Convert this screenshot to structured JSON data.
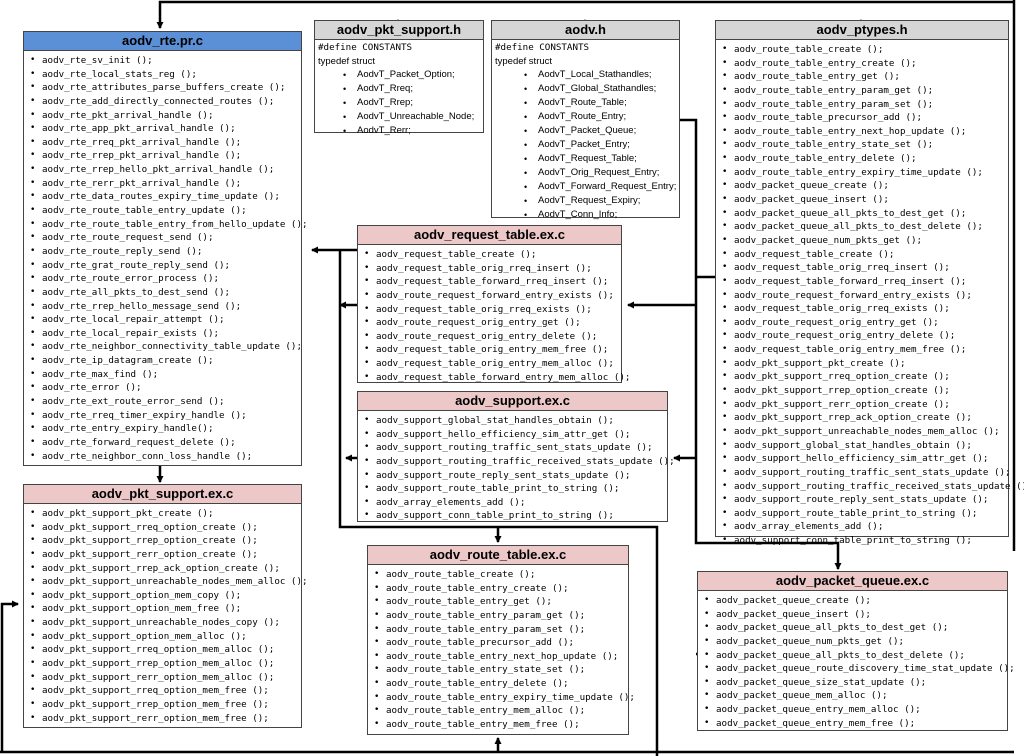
{
  "boxes": {
    "rte": {
      "title": "aodv_rte.pr.c",
      "items": [
        "aodv_rte_sv_init ();",
        "aodv_rte_local_stats_reg ();",
        "aodv_rte_attributes_parse_buffers_create ();",
        "aodv_rte_add_directly_connected_routes ();",
        "aodv_rte_pkt_arrival_handle ();",
        "aodv_rte_app_pkt_arrival_handle ();",
        "aodv_rte_rreq_pkt_arrival_handle ();",
        "aodv_rte_rrep_pkt_arrival_handle ();",
        "aodv_rte_rrep_hello_pkt_arrival_handle ();",
        "aodv_rte_rerr_pkt_arrival_handle ();",
        "aodv_rte_data_routes_expiry_time_update ();",
        "aodv_rte_route_table_entry_update ();",
        "aodv_rte_route_table_entry_from_hello_update ();",
        "aodv_rte_route_request_send ();",
        "aodv_rte_route_reply_send ();",
        "aodv_rte_grat_route_reply_send ();",
        "aodv_rte_route_error_process ();",
        "aodv_rte_all_pkts_to_dest_send ();",
        "aodv_rte_rrep_hello_message_send ();",
        "aodv_rte_local_repair_attempt ();",
        "aodv_rte_local_repair_exists ();",
        "aodv_rte_neighbor_connectivity_table_update ();",
        "aodv_rte_ip_datagram_create ();",
        "aodv_rte_max_find ();",
        "aodv_rte_error ();",
        "aodv_rte_ext_route_error_send ();",
        "aodv_rte_rreq_timer_expiry_handle ();",
        "aodv_rte_entry_expiry_handle();",
        "aodv_rte_forward_request_delete ();",
        "aodv_rte_neighbor_conn_loss_handle ();"
      ]
    },
    "pkt_support_h": {
      "title": "aodv_pkt_support.h",
      "line1": "#define CONSTANTS",
      "line2": "typedef struct",
      "items": [
        "AodvT_Packet_Option;",
        "AodvT_Rreq;",
        "AodvT_Rrep;",
        "AodvT_Unreachable_Node;",
        "AodvT_Rerr;"
      ]
    },
    "aodv_h": {
      "title": "aodv.h",
      "line1": "#define CONSTANTS",
      "line2": "typedef struct",
      "items": [
        "AodvT_Local_Stathandles;",
        "AodvT_Global_Stathandles;",
        "AodvT_Route_Table;",
        "AodvT_Route_Entry;",
        "AodvT_Packet_Queue;",
        "AodvT_Packet_Entry;",
        "AodvT_Request_Table;",
        "AodvT_Orig_Request_Entry;",
        "AodvT_Forward_Request_Entry;",
        "AodvT_Request_Expiry;",
        "AodvT_Conn_Info;"
      ]
    },
    "ptypes": {
      "title": "aodv_ptypes.h",
      "items": [
        "aodv_route_table_create ();",
        "aodv_route_table_entry_create ();",
        "aodv_route_table_entry_get ();",
        "aodv_route_table_entry_param_get ();",
        "aodv_route_table_entry_param_set ();",
        "aodv_route_table_precursor_add ();",
        "aodv_route_table_entry_next_hop_update ();",
        "aodv_route_table_entry_state_set ();",
        "aodv_route_table_entry_delete ();",
        "aodv_route_table_entry_expiry_time_update ();",
        "aodv_packet_queue_create ();",
        "aodv_packet_queue_insert ();",
        "aodv_packet_queue_all_pkts_to_dest_get ();",
        "aodv_packet_queue_all_pkts_to_dest_delete ();",
        "aodv_packet_queue_num_pkts_get ();",
        "aodv_request_table_create ();",
        "aodv_request_table_orig_rreq_insert ();",
        "aodv_request_table_forward_rreq_insert ();",
        "aodv_route_request_forward_entry_exists ();",
        "aodv_request_table_orig_rreq_exists ();",
        "aodv_route_request_orig_entry_get ();",
        "aodv_route_request_orig_entry_delete ();",
        "aodv_request_table_orig_entry_mem_free ();",
        "aodv_pkt_support_pkt_create ();",
        "aodv_pkt_support_rreq_option_create ();",
        "aodv_pkt_support_rrep_option_create ();",
        "aodv_pkt_support_rerr_option_create ();",
        "aodv_pkt_support_rrep_ack_option_create ();",
        "aodv_pkt_support_unreachable_nodes_mem_alloc ();",
        "aodv_support_global_stat_handles_obtain ();",
        "aodv_support_hello_efficiency_sim_attr_get ();",
        "aodv_support_routing_traffic_sent_stats_update ();",
        "aodv_support_routing_traffic_received_stats_update ();",
        "aodv_support_route_reply_sent_stats_update ();",
        "aodv_support_route_table_print_to_string ();",
        "aodv_array_elements_add ();",
        "aodv_support_conn_table_print_to_string ();"
      ]
    },
    "request_table": {
      "title": "aodv_request_table.ex.c",
      "items": [
        "aodv_request_table_create ();",
        "aodv_request_table_orig_rreq_insert ();",
        "aodv_request_table_forward_rreq_insert ();",
        "aodv_route_request_forward_entry_exists ();",
        "aodv_request_table_orig_rreq_exists ();",
        "aodv_route_request_orig_entry_get ();",
        "aodv_route_request_orig_entry_delete ();",
        "aodv_request_table_orig_entry_mem_free ();",
        "aodv_request_table_orig_entry_mem_alloc ();",
        "aodv_request_table_forward_entry_mem_alloc ();"
      ]
    },
    "support": {
      "title": "aodv_support.ex.c",
      "items": [
        "aodv_support_global_stat_handles_obtain ();",
        "aodv_support_hello_efficiency_sim_attr_get ();",
        "aodv_support_routing_traffic_sent_stats_update ();",
        "aodv_support_routing_traffic_received_stats_update ();",
        "aodv_support_route_reply_sent_stats_update ();",
        "aodv_support_route_table_print_to_string ();",
        "aodv_array_elements_add ();",
        "aodv_support_conn_table_print_to_string ();"
      ]
    },
    "pkt_support_c": {
      "title": "aodv_pkt_support.ex.c",
      "items": [
        "aodv_pkt_support_pkt_create ();",
        "aodv_pkt_support_rreq_option_create ();",
        "aodv_pkt_support_rrep_option_create ();",
        "aodv_pkt_support_rerr_option_create ();",
        "aodv_pkt_support_rrep_ack_option_create ();",
        "aodv_pkt_support_unreachable_nodes_mem_alloc ();",
        "aodv_pkt_support_option_mem_copy ();",
        "aodv_pkt_support_option_mem_free ();",
        "aodv_pkt_support_unreachable_nodes_copy ();",
        "aodv_pkt_support_option_mem_alloc ();",
        "aodv_pkt_support_rreq_option_mem_alloc ();",
        "aodv_pkt_support_rrep_option_mem_alloc ();",
        "aodv_pkt_support_rerr_option_mem_alloc ();",
        "aodv_pkt_support_rreq_option_mem_free ();",
        "aodv_pkt_support_rrep_option_mem_free ();",
        "aodv_pkt_support_rerr_option_mem_free ();"
      ]
    },
    "route_table": {
      "title": "aodv_route_table.ex.c",
      "items": [
        "aodv_route_table_create ();",
        "aodv_route_table_entry_create ();",
        "aodv_route_table_entry_get ();",
        "aodv_route_table_entry_param_get ();",
        "aodv_route_table_entry_param_set ();",
        "aodv_route_table_precursor_add ();",
        "aodv_route_table_entry_next_hop_update ();",
        "aodv_route_table_entry_state_set ();",
        "aodv_route_table_entry_delete ();",
        "aodv_route_table_entry_expiry_time_update ();",
        "aodv_route_table_entry_mem_alloc ();",
        "aodv_route_table_entry_mem_free ();"
      ]
    },
    "packet_queue": {
      "title": "aodv_packet_queue.ex.c",
      "items": [
        "aodv_packet_queue_create ();",
        "aodv_packet_queue_insert ();",
        "aodv_packet_queue_all_pkts_to_dest_get ();",
        "aodv_packet_queue_num_pkts_get ();",
        "aodv_packet_queue_all_pkts_to_dest_delete ();",
        "aodv_packet_queue_route_discovery_time_stat_update ();",
        "aodv_packet_queue_size_stat_update ();",
        "aodv_packet_queue_mem_alloc ();",
        "aodv_packet_queue_entry_mem_alloc ();",
        "aodv_packet_queue_entry_mem_free ();"
      ]
    }
  }
}
